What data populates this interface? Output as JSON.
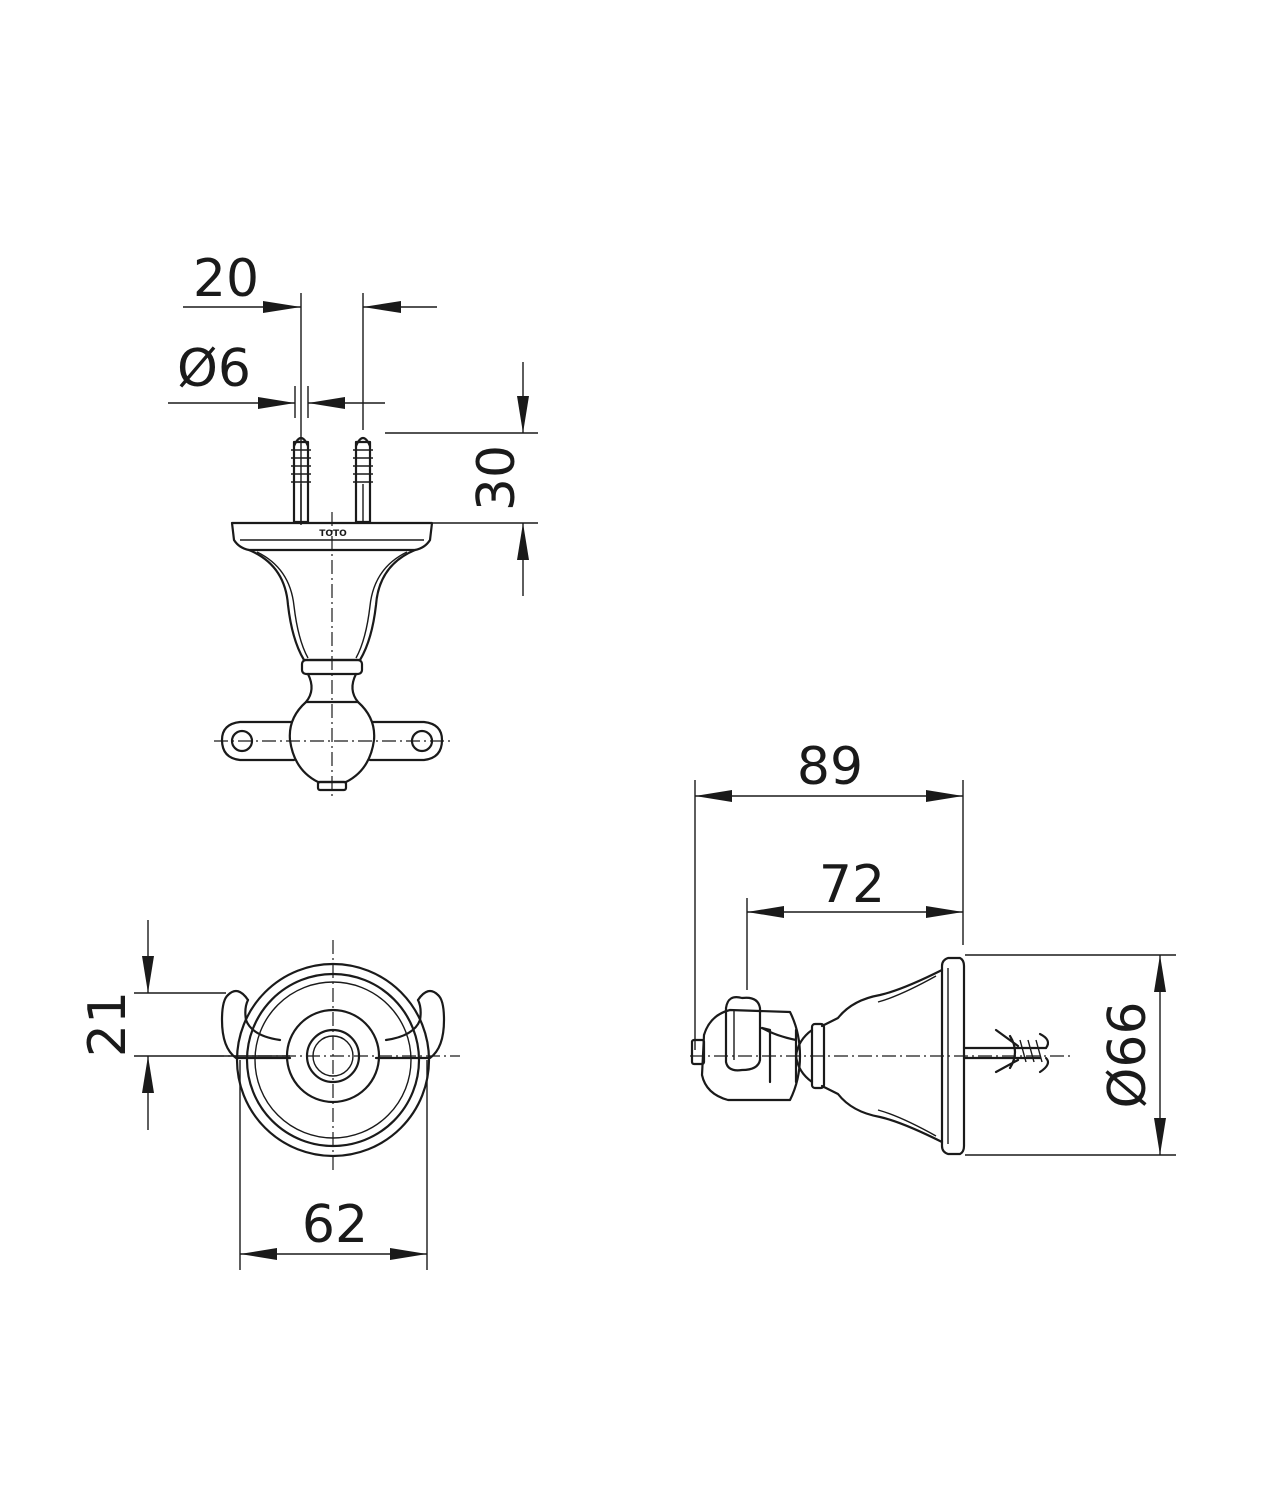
{
  "brand_mark": "TOTO",
  "views": {
    "top_view": {
      "dimensions": {
        "spacing": "20",
        "pin_diameter": "Ø6",
        "pin_length": "30"
      }
    },
    "front_view": {
      "dimensions": {
        "hook_height": "21",
        "width": "62"
      }
    },
    "side_view": {
      "dimensions": {
        "overall_depth": "89",
        "hook_depth": "72",
        "base_diameter": "Ø66"
      }
    }
  }
}
